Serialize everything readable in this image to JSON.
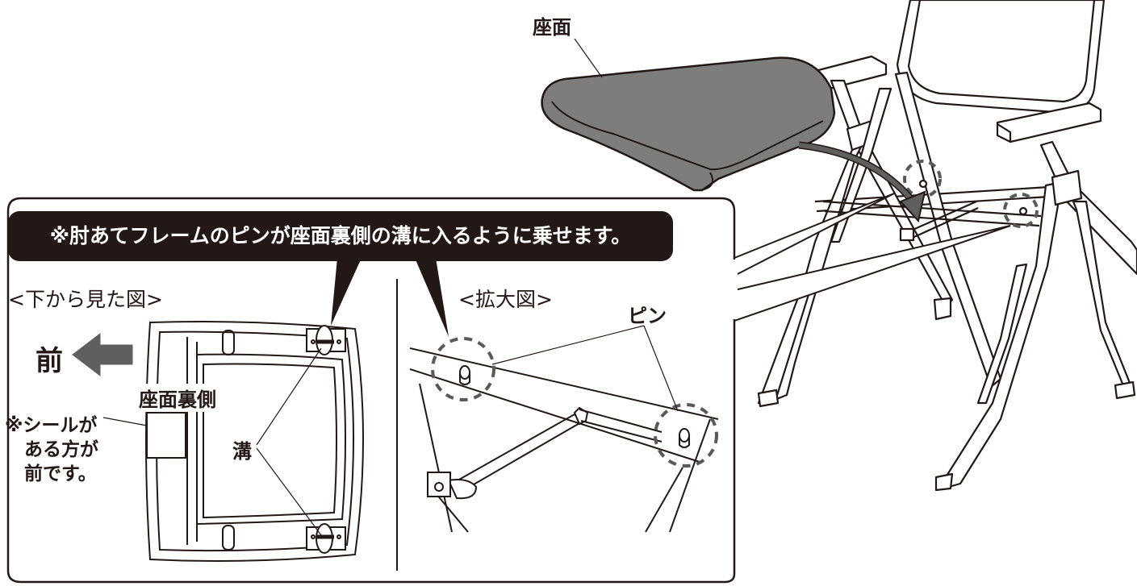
{
  "labels": {
    "seat": "座面",
    "instruction": "※肘あてフレームのピンが座面裏側の溝に入るように乗せます。",
    "bottom_view": "<下から見た図>",
    "front": "前",
    "seat_back_side": "座面裏側",
    "sticker_note": [
      "※シールが",
      "ある方が",
      "前です。"
    ],
    "groove": "溝",
    "enlarged_view": "<拡大図>",
    "pin": "ピン"
  },
  "colors": {
    "ink": "#231815",
    "seat_fill": "#7d7d7d",
    "arrow_fill": "#5f5f5f",
    "dashed_circle": "#595959",
    "background": "#ffffff"
  },
  "icons": [
    "front-arrow-icon",
    "curved-insert-arrow-icon"
  ]
}
